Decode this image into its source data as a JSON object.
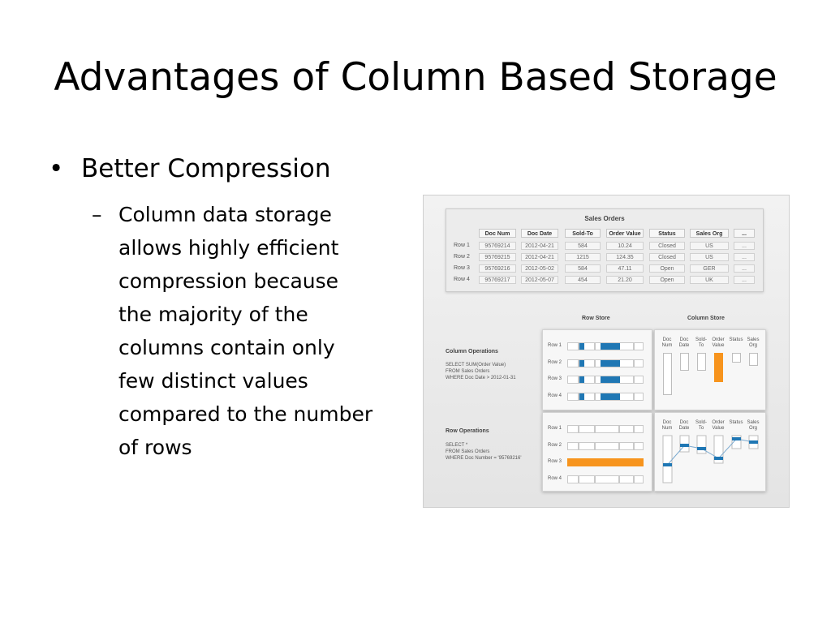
{
  "slide": {
    "title": "Advantages of Column Based Storage",
    "bullet1": "Better Compression",
    "bullet_char": "•",
    "dash_char": "–",
    "bullet2_lines": [
      "Column data storage",
      "allows highly efficient",
      "compression because",
      "the majority of the",
      "columns contain only",
      "few distinct values",
      "compared to the number",
      "of rows"
    ]
  },
  "figure": {
    "table_title": "Sales Orders",
    "headers": [
      "Doc Num",
      "Doc Date",
      "Sold-To",
      "Order Value",
      "Status",
      "Sales Org",
      "..."
    ],
    "rows": [
      {
        "label": "Row 1",
        "cells": [
          "95769214",
          "2012-04-21",
          "584",
          "10.24",
          "Closed",
          "US",
          "..."
        ]
      },
      {
        "label": "Row 2",
        "cells": [
          "95769215",
          "2012-04-21",
          "1215",
          "124.35",
          "Closed",
          "US",
          "..."
        ]
      },
      {
        "label": "Row 3",
        "cells": [
          "95769216",
          "2012-05-02",
          "584",
          "47.11",
          "Open",
          "GER",
          "..."
        ]
      },
      {
        "label": "Row 4",
        "cells": [
          "95769217",
          "2012-05-07",
          "454",
          "21.20",
          "Open",
          "UK",
          "..."
        ]
      }
    ],
    "row_store_title": "Row Store",
    "column_store_title": "Column Store",
    "column_ops": {
      "title": "Column Operations",
      "sql": [
        "SELECT SUM(Order Value)",
        "FROM Sales Orders",
        "WHERE Doc Date > 2012-01-31"
      ]
    },
    "row_ops": {
      "title": "Row Operations",
      "sql": [
        "SELECT *",
        "FROM Sales Orders",
        "WHERE Doc Number = '95769216'"
      ]
    },
    "store_row_labels": [
      "Row 1",
      "Row 2",
      "Row 3",
      "Row 4"
    ],
    "column_store_headers": [
      [
        "Doc",
        "Num"
      ],
      [
        "Doc",
        "Date"
      ],
      [
        "Sold-",
        "To"
      ],
      [
        "Order",
        "Value"
      ],
      [
        "Status",
        ""
      ],
      [
        "Sales",
        "Org"
      ]
    ],
    "colors": {
      "highlight_blue": "#1f77b4",
      "highlight_orange": "#f7941d"
    }
  }
}
